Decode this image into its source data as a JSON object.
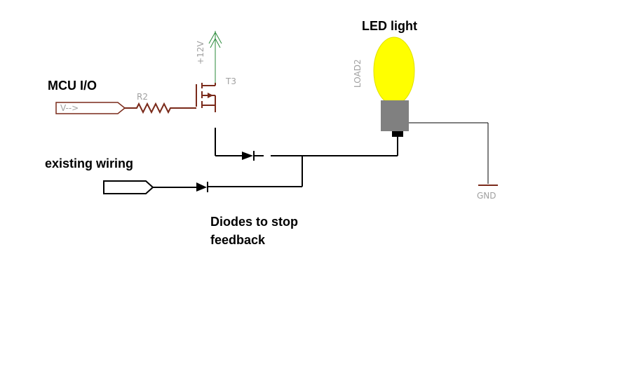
{
  "labels": {
    "led_light": "LED light",
    "mcu_io": "MCU I/O",
    "existing_wiring": "existing wiring",
    "diodes_line1": "Diodes to stop",
    "diodes_line2": "feedback",
    "supply": "+12V",
    "transistor": "T3",
    "resistor": "R2",
    "mcu_port": "V-->",
    "load": "LOAD2",
    "ground": "GND"
  },
  "colors": {
    "bulb": "#ffff00",
    "bulb_base": "#808080",
    "component": "#7a2a1a",
    "supply_net": "#2a8a3a",
    "wire": "#000000",
    "label_grey": "#a0a0a0"
  }
}
